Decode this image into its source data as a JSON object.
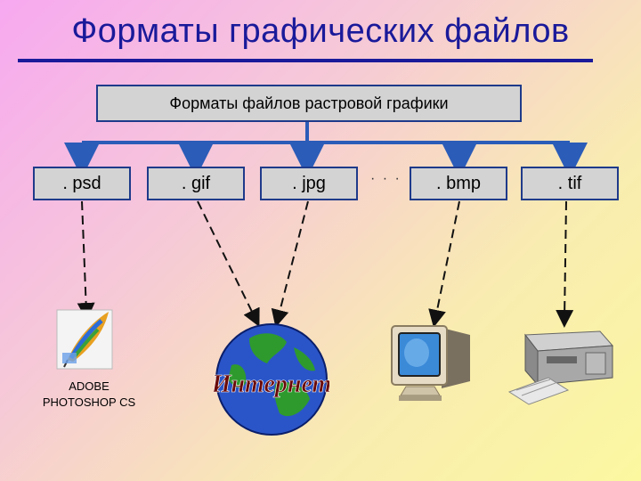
{
  "title": "Форматы графических файлов",
  "root": {
    "label": "Форматы файлов растровой графики"
  },
  "formats": [
    {
      "label": ". psd"
    },
    {
      "label": ". gif"
    },
    {
      "label": ". jpg"
    },
    {
      "label": ". bmp"
    },
    {
      "label": ". tif"
    }
  ],
  "ellipsis": "· · ·",
  "targets": {
    "photoshop": {
      "label_line1": "ADOBE",
      "label_line2": "PHOTOSHOP CS"
    },
    "internet": {
      "label": "Интернет"
    },
    "monitor": {
      "icon": "monitor-icon"
    },
    "printer": {
      "icon": "printer-icon"
    }
  },
  "colors": {
    "title": "#1a1a9a",
    "connector": "#2b5cb8",
    "box_fill": "#d3d3d3",
    "box_border": "#1e3a8a"
  }
}
